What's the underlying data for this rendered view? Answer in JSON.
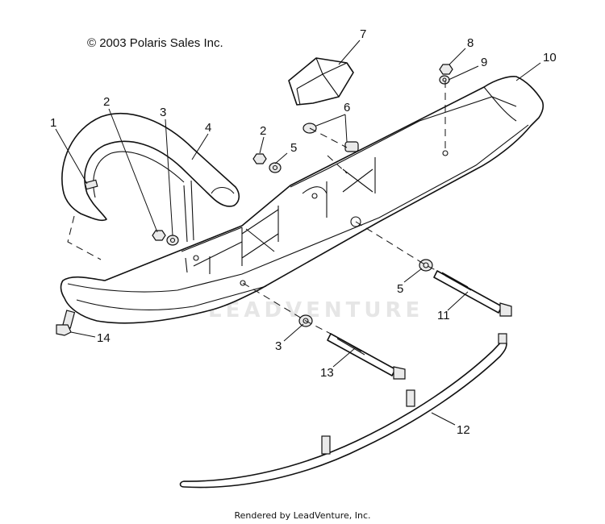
{
  "copyright": "© 2003 Polaris Sales Inc.",
  "footer": "Rendered by LeadVenture, Inc.",
  "watermark": "LEADVENTURE",
  "callouts": [
    "1",
    "2",
    "3",
    "4",
    "2",
    "5",
    "6",
    "7",
    "8",
    "9",
    "10",
    "5",
    "11",
    "3",
    "13",
    "12",
    "14"
  ]
}
